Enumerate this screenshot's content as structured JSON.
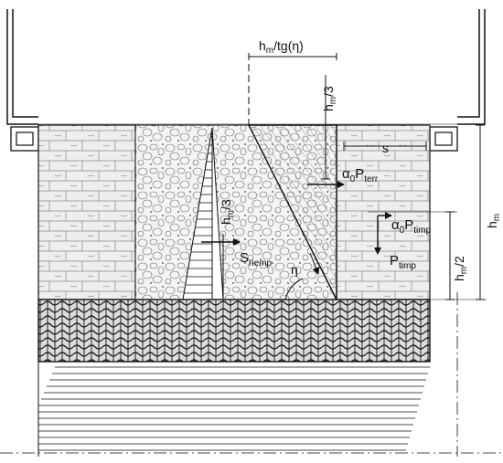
{
  "labels": {
    "dim_top_base": "h",
    "dim_top_base_sub": "m",
    "dim_top_rest": "/tg(η)",
    "hm3_top_base": "h",
    "hm3_top_sub": "m",
    "hm3_top_rest": "/3",
    "s": "s",
    "alpha_terr_a": "α",
    "alpha_terr_0": "0",
    "alpha_terr_P": "P",
    "alpha_terr_sub": "terr",
    "alpha_timp_a": "α",
    "alpha_timp_0": "0",
    "alpha_timp_P": "P",
    "alpha_timp_sub": "timp",
    "p_timp": "P",
    "p_timp_sub": "timp",
    "hm3_mid_base": "h",
    "hm3_mid_sub": "m",
    "hm3_mid_rest": "/3",
    "s_riemp": "S",
    "s_riemp_sub": "riemp",
    "eta": "η",
    "hm2_base": "h",
    "hm2_sub": "m",
    "hm2_rest": "/2",
    "hm_base": "h",
    "hm_sub": "m"
  },
  "colors": {
    "line": "#111111",
    "masonry": "#eeeeee",
    "fill": "#f3f3f3"
  }
}
